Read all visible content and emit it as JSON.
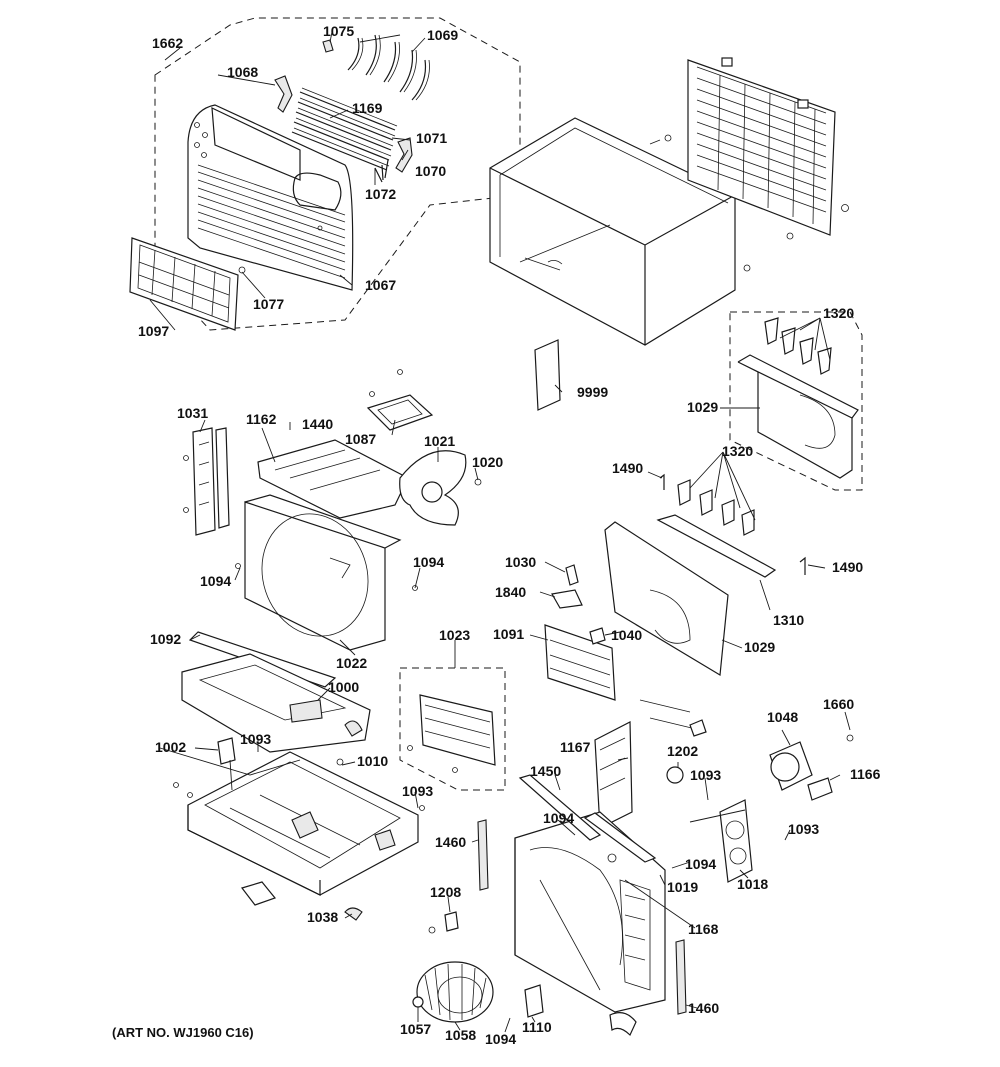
{
  "art_number": "(ART NO. WJ1960 C16)",
  "colors": {
    "line": "#1a1a1a",
    "background": "#ffffff",
    "shade": "#e9e9e9"
  },
  "callouts": [
    {
      "id": "c1662",
      "text": "1662"
    },
    {
      "id": "c1075",
      "text": "1075"
    },
    {
      "id": "c1069",
      "text": "1069"
    },
    {
      "id": "c1068",
      "text": "1068"
    },
    {
      "id": "c1169",
      "text": "1169"
    },
    {
      "id": "c1071",
      "text": "1071"
    },
    {
      "id": "c1070",
      "text": "1070"
    },
    {
      "id": "c1072",
      "text": "1072"
    },
    {
      "id": "c1067",
      "text": "1067"
    },
    {
      "id": "c1077",
      "text": "1077"
    },
    {
      "id": "c1097",
      "text": "1097"
    },
    {
      "id": "c9999",
      "text": "9999"
    },
    {
      "id": "c1320a",
      "text": "1320"
    },
    {
      "id": "c1029a",
      "text": "1029"
    },
    {
      "id": "c1031",
      "text": "1031"
    },
    {
      "id": "c1162",
      "text": "1162"
    },
    {
      "id": "c1440",
      "text": "1440"
    },
    {
      "id": "c1087",
      "text": "1087"
    },
    {
      "id": "c1021",
      "text": "1021"
    },
    {
      "id": "c1020",
      "text": "1020"
    },
    {
      "id": "c1490a",
      "text": "1490"
    },
    {
      "id": "c1320b",
      "text": "1320"
    },
    {
      "id": "c1094a",
      "text": "1094"
    },
    {
      "id": "c1094b",
      "text": "1094"
    },
    {
      "id": "c1030",
      "text": "1030"
    },
    {
      "id": "c1490b",
      "text": "1490"
    },
    {
      "id": "c1840",
      "text": "1840"
    },
    {
      "id": "c1310",
      "text": "1310"
    },
    {
      "id": "c1092",
      "text": "1092"
    },
    {
      "id": "c1022",
      "text": "1022"
    },
    {
      "id": "c1023",
      "text": "1023"
    },
    {
      "id": "c1091",
      "text": "1091"
    },
    {
      "id": "c1040",
      "text": "1040"
    },
    {
      "id": "c1029b",
      "text": "1029"
    },
    {
      "id": "c1000",
      "text": "1000"
    },
    {
      "id": "c1002",
      "text": "1002"
    },
    {
      "id": "c1093a",
      "text": "1093"
    },
    {
      "id": "c1010",
      "text": "1010"
    },
    {
      "id": "c1048",
      "text": "1048"
    },
    {
      "id": "c1660",
      "text": "1660"
    },
    {
      "id": "c1167",
      "text": "1167"
    },
    {
      "id": "c1202",
      "text": "1202"
    },
    {
      "id": "c1166",
      "text": "1166"
    },
    {
      "id": "c1450",
      "text": "1450"
    },
    {
      "id": "c1093b",
      "text": "1093"
    },
    {
      "id": "c1093c",
      "text": "1093"
    },
    {
      "id": "c1093d",
      "text": "1093"
    },
    {
      "id": "c1094c",
      "text": "1094"
    },
    {
      "id": "c1460a",
      "text": "1460"
    },
    {
      "id": "c1094d",
      "text": "1094"
    },
    {
      "id": "c1019",
      "text": "1019"
    },
    {
      "id": "c1018",
      "text": "1018"
    },
    {
      "id": "c1208",
      "text": "1208"
    },
    {
      "id": "c1168",
      "text": "1168"
    },
    {
      "id": "c1038",
      "text": "1038"
    },
    {
      "id": "c1460b",
      "text": "1460"
    },
    {
      "id": "c1057",
      "text": "1057"
    },
    {
      "id": "c1058",
      "text": "1058"
    },
    {
      "id": "c1094e",
      "text": "1094"
    },
    {
      "id": "c1110",
      "text": "1110"
    }
  ]
}
